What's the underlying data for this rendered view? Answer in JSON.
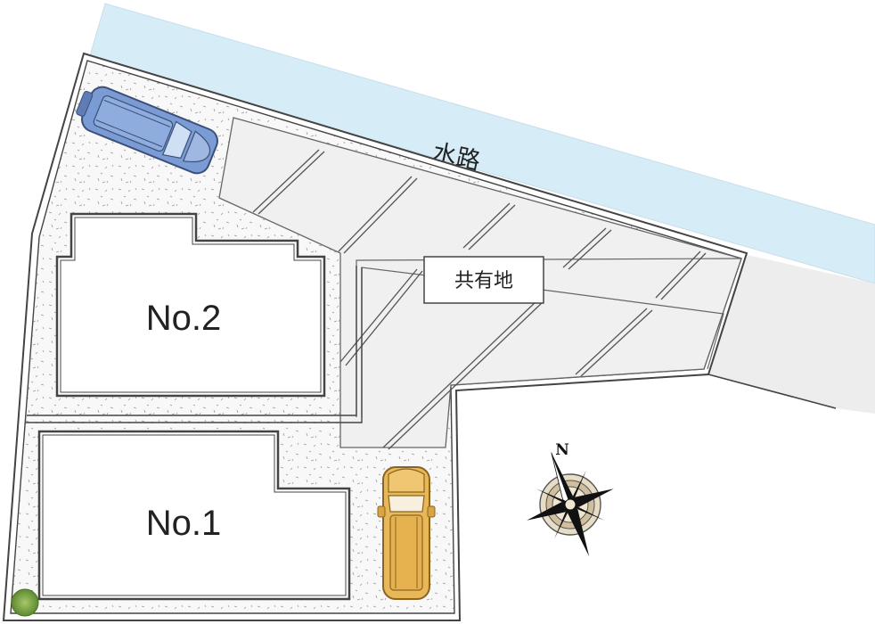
{
  "waterway": {
    "label": "水路"
  },
  "shared_land": {
    "label": "共有地"
  },
  "lots": [
    {
      "label": "No.2"
    },
    {
      "label": "No.1"
    }
  ],
  "compass": {
    "north_label": "N"
  },
  "cars": [
    {
      "name": "blue-car",
      "color": "#7a9bd3"
    },
    {
      "name": "yellow-car",
      "color": "#e8b858"
    }
  ],
  "colors": {
    "waterway": "#d6ecf7",
    "shared_land": "#f0f0f0",
    "lot_fill": "#f7f7f7",
    "outline": "#555555",
    "tree": "#7aa33e"
  }
}
